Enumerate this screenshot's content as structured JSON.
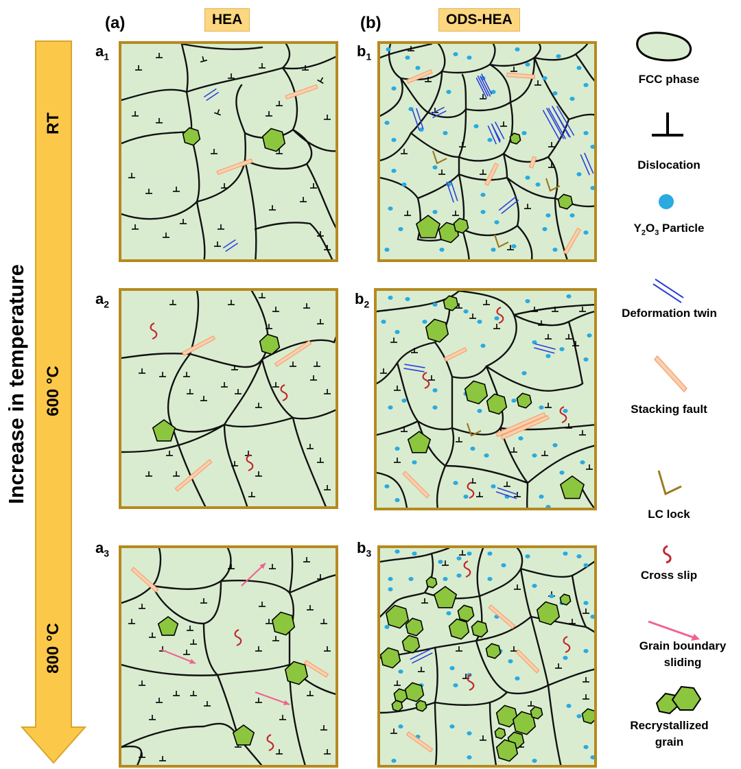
{
  "columns": [
    {
      "letter": "(a)",
      "name": "HEA"
    },
    {
      "letter": "(b)",
      "name": "ODS-HEA"
    }
  ],
  "axis": {
    "title": "Increase in temperature",
    "levels": [
      "RT",
      "600 °C",
      "800 °C"
    ]
  },
  "panels": [
    {
      "letter": "a",
      "index": "1"
    },
    {
      "letter": "a",
      "index": "2"
    },
    {
      "letter": "a",
      "index": "3"
    },
    {
      "letter": "b",
      "index": "1"
    },
    {
      "letter": "b",
      "index": "2"
    },
    {
      "letter": "b",
      "index": "3"
    }
  ],
  "legend": [
    {
      "icon": "fcc-grain-icon",
      "label": "FCC phase"
    },
    {
      "icon": "dislocation-icon",
      "label": "Dislocation"
    },
    {
      "icon": "y2o3-particle-icon",
      "label_pre": "Y",
      "label_sub1": "2",
      "label_mid": "O",
      "label_sub2": "3",
      "label_post": " Particle"
    },
    {
      "icon": "deformation-twin-icon",
      "label": "Deformation twin"
    },
    {
      "icon": "stacking-fault-icon",
      "label": "Stacking fault"
    },
    {
      "icon": "lc-lock-icon",
      "label": "LC lock"
    },
    {
      "icon": "cross-slip-icon",
      "label": "Cross slip"
    },
    {
      "icon": "grain-boundary-sliding-icon",
      "label": "Grain boundary sliding"
    },
    {
      "icon": "recrystallized-grain-icon",
      "label": "Recrystallized grain"
    }
  ],
  "colors": {
    "grain_fill": "#d9ecd0",
    "panel_border": "#b58a1e",
    "arrow_fill": "#fcc84a",
    "badge_fill": "#fcd77f",
    "recrystallized_fill": "#8cc63f",
    "particle": "#29aae1",
    "twin": "#2b3fd9",
    "stacking_fault": "#f4a877",
    "lc_lock": "#9c7a1f",
    "cross_slip": "#c1272d",
    "sliding_arrow": "#f06292"
  }
}
